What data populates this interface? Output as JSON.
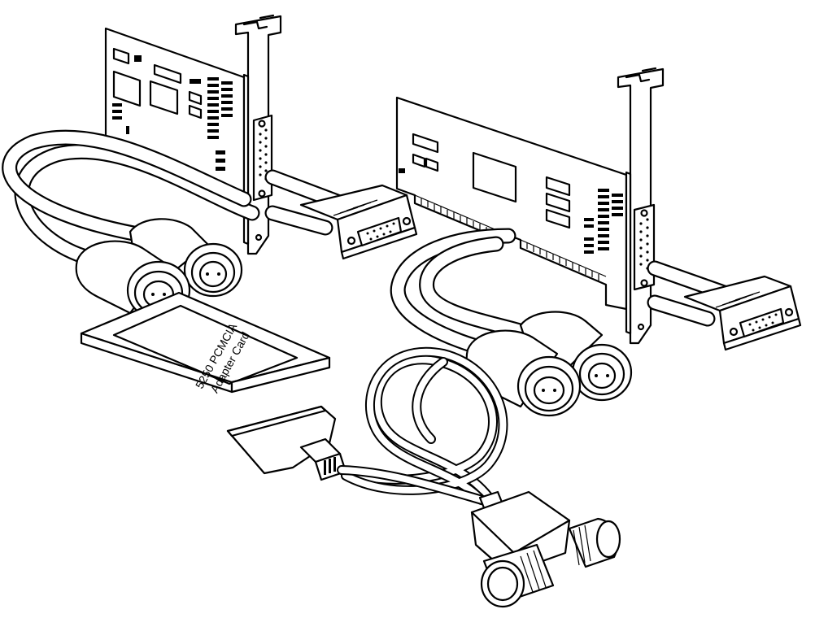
{
  "figure": {
    "pcmcia_card": {
      "label_line1": "5250 PCMCIA",
      "label_line2": "Adapter Card"
    },
    "colors": {
      "line": "#000000",
      "background": "#ffffff"
    },
    "components": [
      "isa-adapter-card",
      "pci-adapter-card",
      "pcmcia-adapter-card",
      "twinax-connector-pair",
      "d-sub-cable-connector",
      "twinax-t-connector"
    ]
  }
}
